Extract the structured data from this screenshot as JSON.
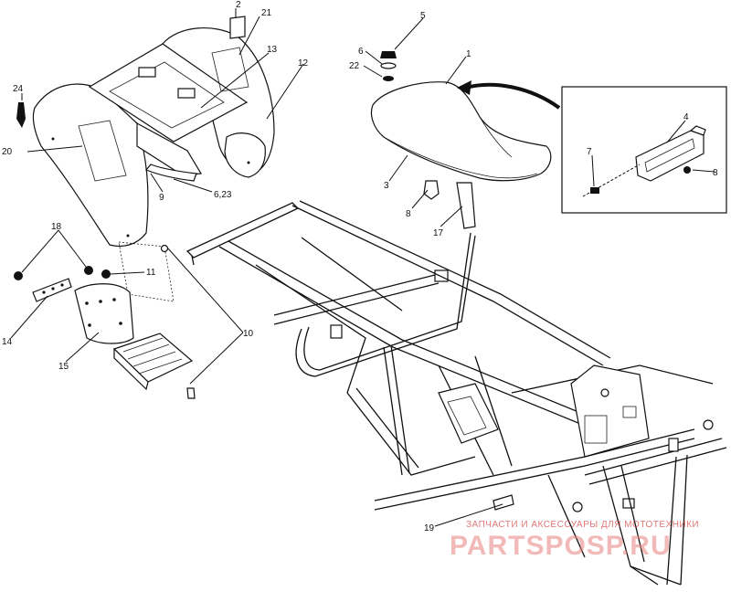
{
  "callouts": {
    "c1": "1",
    "c2": "2",
    "c3": "3",
    "c4": "4",
    "c5": "5",
    "c6": "6",
    "c7": "7",
    "c8a": "8",
    "c8b": "8",
    "c9": "9",
    "c10": "10",
    "c11": "11",
    "c12": "12",
    "c13": "13",
    "c14": "14",
    "c15": "15",
    "c17": "17",
    "c18": "18",
    "c19": "19",
    "c20": "20",
    "c21": "21",
    "c22": "22",
    "c24": "24",
    "c623": "6,23"
  },
  "watermark": {
    "tagline": "ЗАПЧАСТИ И АКСЕССУАРЫ ДЛЯ МОТОТЕХНИКИ",
    "site": "PARTSPOSP.RU"
  }
}
